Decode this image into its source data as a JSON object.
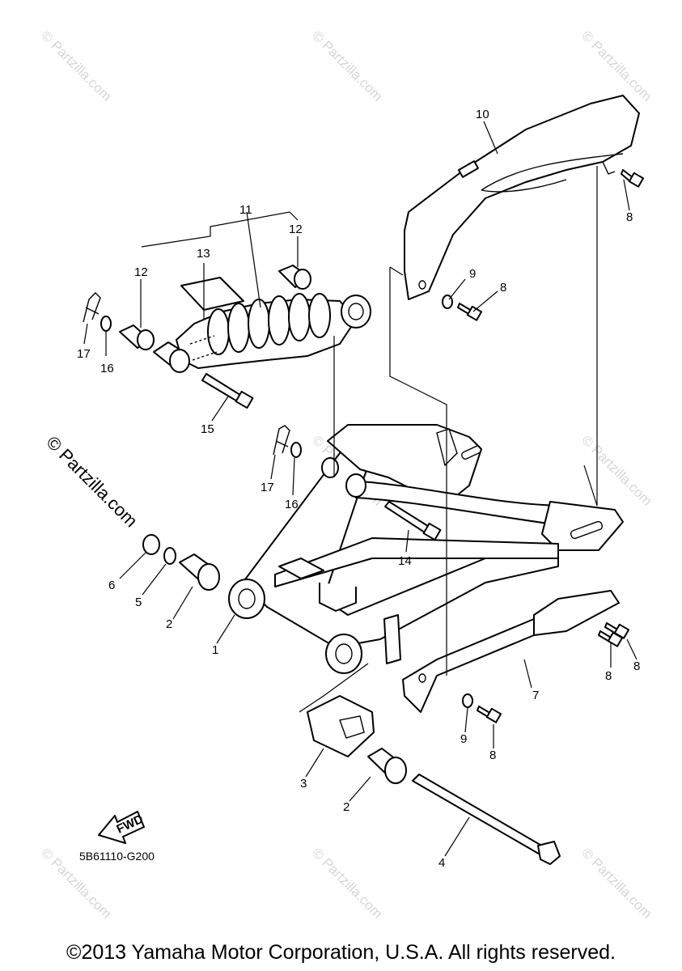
{
  "callouts": {
    "c1": "1",
    "c2a": "2",
    "c2b": "2",
    "c3": "3",
    "c4": "4",
    "c5": "5",
    "c6": "6",
    "c7": "7",
    "c8a": "8",
    "c8b": "8",
    "c8c": "8",
    "c8d": "8",
    "c8e": "8",
    "c9a": "9",
    "c9b": "9",
    "c10": "10",
    "c11": "11",
    "c12a": "12",
    "c12b": "12",
    "c13": "13",
    "c14": "14",
    "c15": "15",
    "c16a": "16",
    "c16b": "16",
    "c17a": "17",
    "c17b": "17"
  },
  "fwd_label": "FWD",
  "diagram_code": "5B61110-G200",
  "watermark": "© Partzilla.com",
  "copyright": "©2013 Yamaha Motor Corporation, U.S.A. All rights reserved."
}
